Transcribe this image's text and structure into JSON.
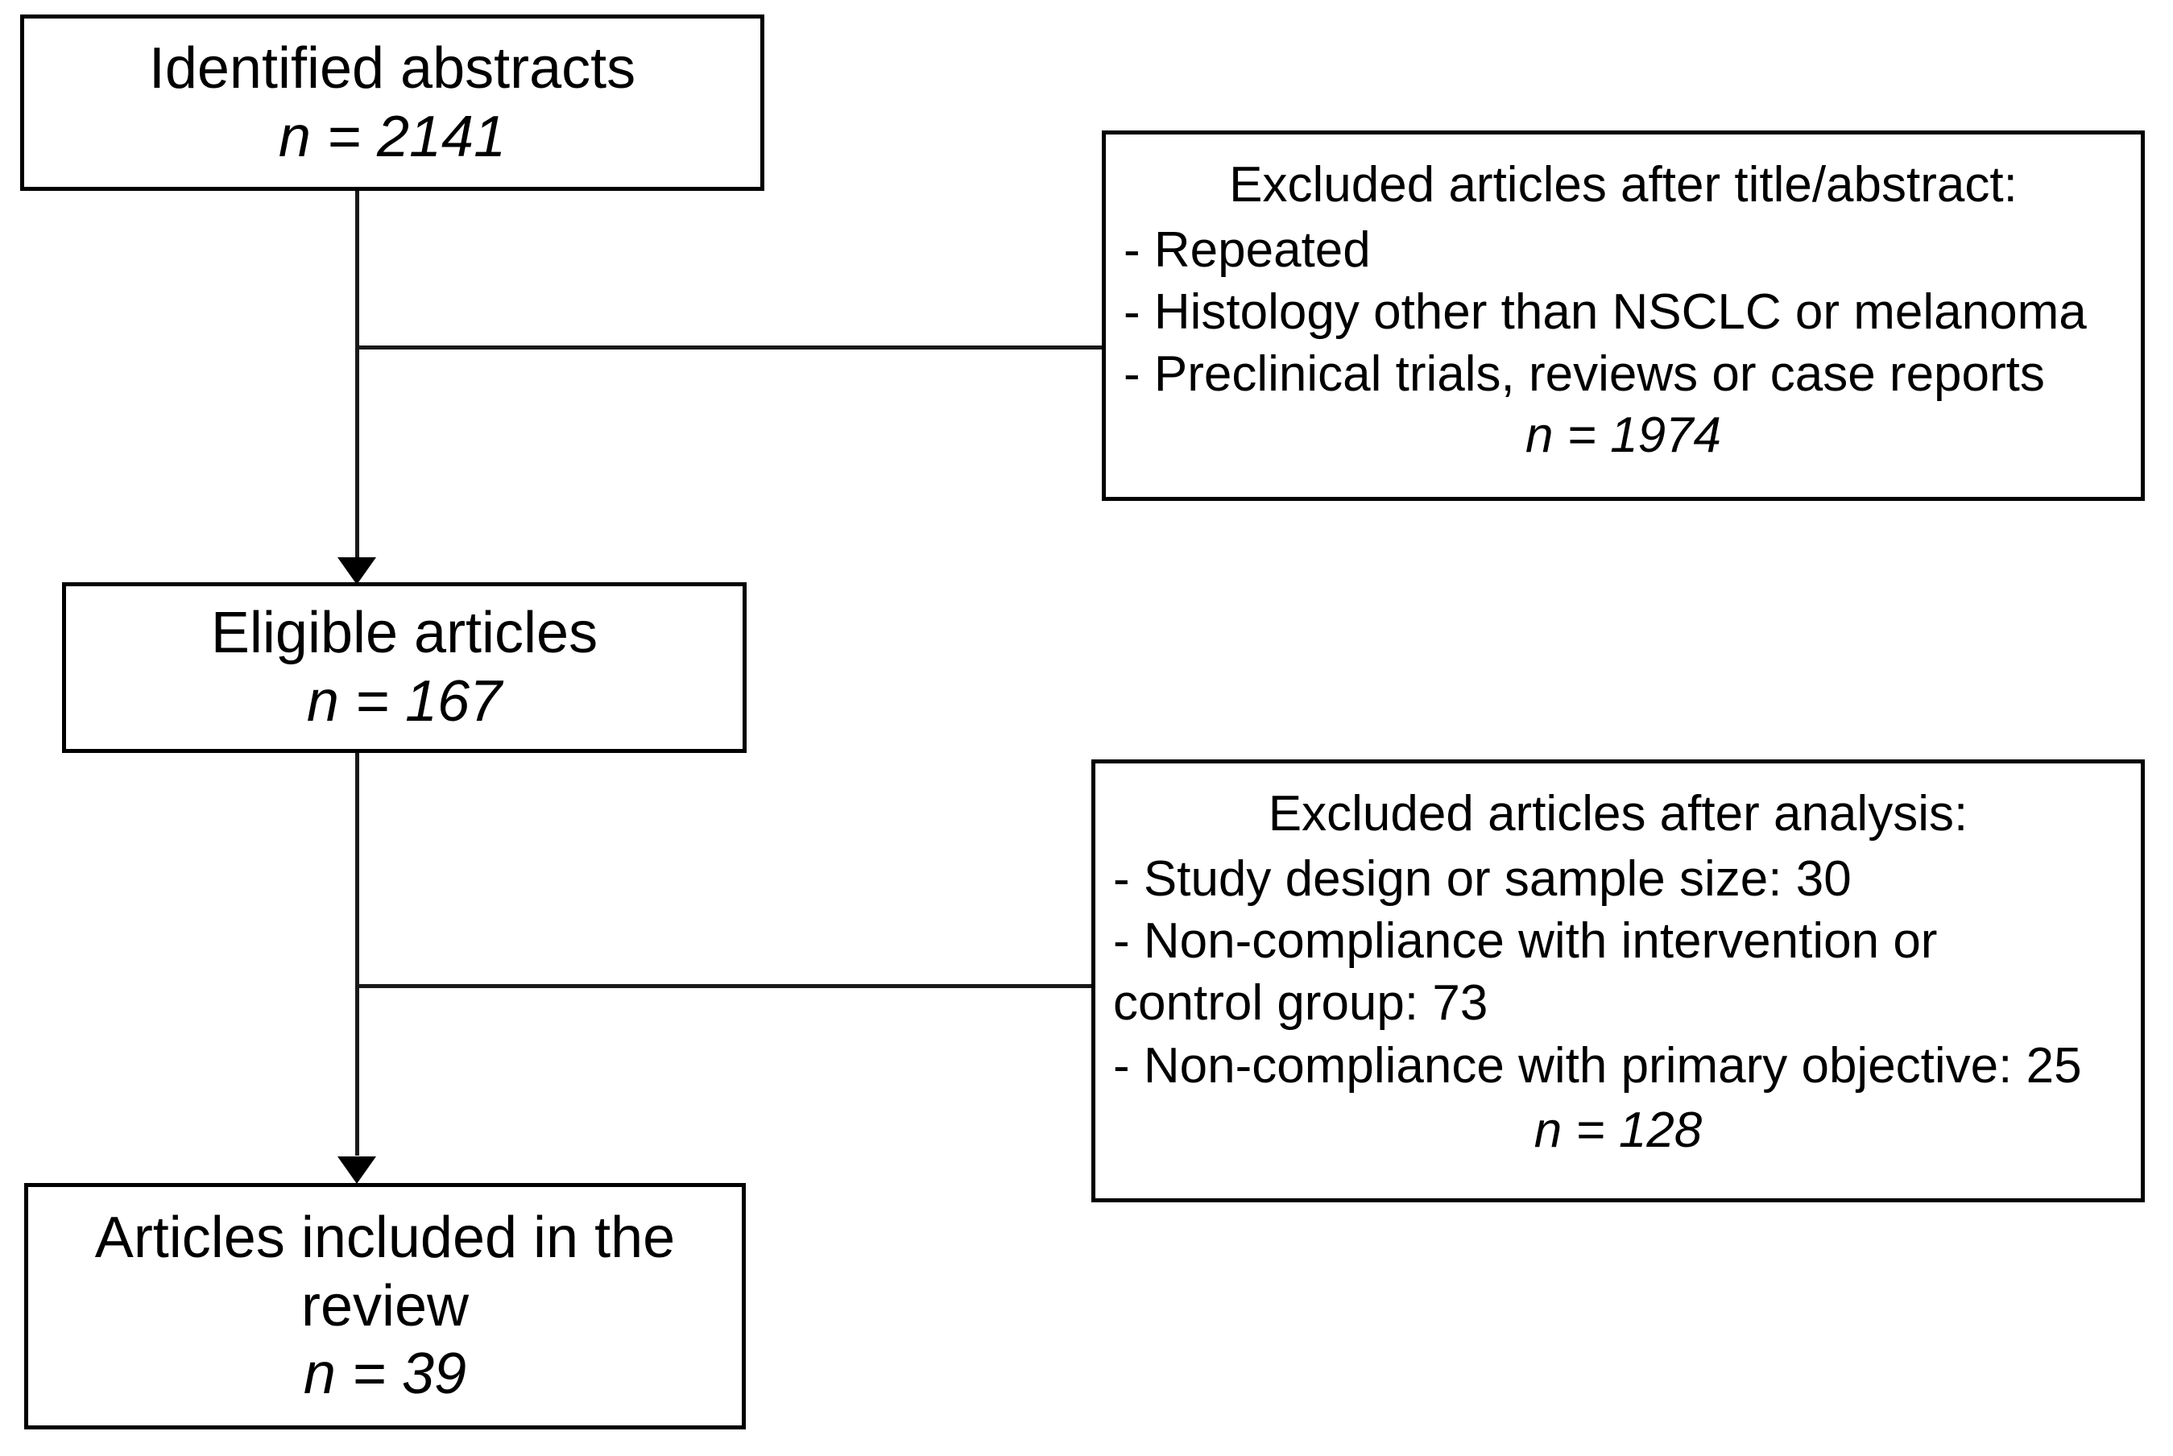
{
  "diagram": {
    "type": "prisma-flow-diagram",
    "nodes": {
      "identified": {
        "label": "Identified abstracts",
        "count_label": "n",
        "count_value": "2141",
        "n_text": "n = 2141"
      },
      "eligible": {
        "label": "Eligible articles",
        "count_label": "n",
        "count_value": "167",
        "n_text": "n = 167"
      },
      "included": {
        "label_line1": "Articles included in the",
        "label_line2": "review",
        "count_label": "n",
        "count_value": "39",
        "n_text": "n = 39"
      },
      "excluded_title_abstract": {
        "heading": "Excluded  articles after title/abstract:",
        "items": [
          "- Repeated",
          "- Histology other than NSCLC  or melanoma",
          "- Preclinical  trials, reviews or case reports"
        ],
        "count_label": "n",
        "count_value": "1974",
        "n_text": "n = 1974"
      },
      "excluded_analysis": {
        "heading": "Excluded  articles after analysis:",
        "items": [
          "- Study design or sample size:  30",
          "- Non-compliance  with intervention  or",
          "control group:  73",
          "- Non-compliance  with primary objective: 25"
        ],
        "count_label": "n",
        "count_value": "128",
        "n_text": "n = 128"
      }
    },
    "colors": {
      "box_border": "#000000",
      "connector": "#1a1a1a",
      "background": "#ffffff",
      "text": "#000000"
    }
  }
}
